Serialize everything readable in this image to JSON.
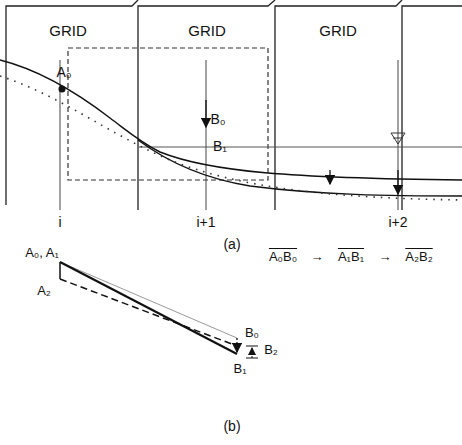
{
  "diagram": {
    "labels": [
      "GRID",
      "GRID",
      "GRID",
      "A₀",
      "B₀",
      "B₁",
      "i",
      "i+1",
      "i+2",
      "(a)",
      "A₀, A₁",
      "A₂",
      "B₀",
      "B₂",
      "B₁",
      "A₀B₀",
      "→",
      "A₁B₁",
      "→",
      "A₂B₂",
      "(b)"
    ]
  }
}
